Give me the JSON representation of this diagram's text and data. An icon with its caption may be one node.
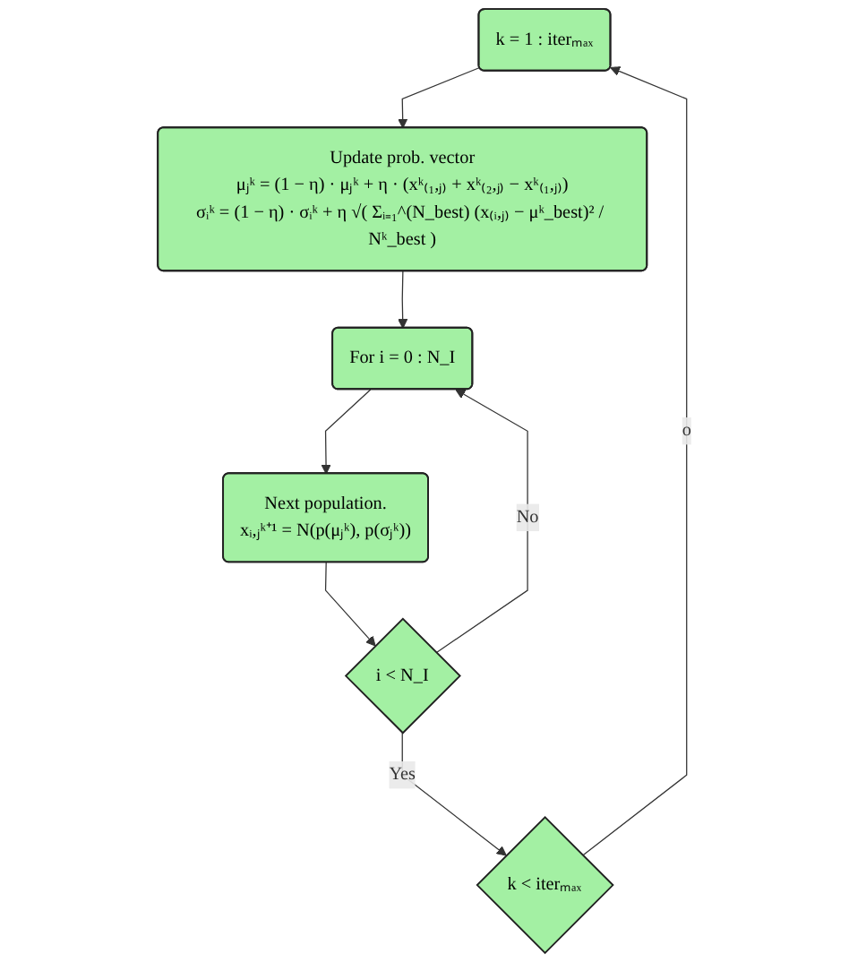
{
  "diagram": {
    "nodes": [
      {
        "text": [
          "k = 1 : iterₘₐₓ"
        ]
      },
      {
        "text": [
          "Update prob. vector",
          "μⱼᵏ = (1 − η) · μⱼᵏ + η · (xᵏ₍₁,ⱼ₎ + xᵏ₍₂,ⱼ₎ − xᵏ₍₁,ⱼ₎)",
          "σᵢᵏ = (1 − η) · σᵢᵏ + η √( Σᵢ₌₁^(N_best) (x₍ᵢ,ⱼ₎ − μᵏ_best)² / Nᵏ_best )"
        ]
      },
      {
        "text": [
          "For i = 0 : N_I"
        ]
      },
      {
        "text": [
          "Next population.",
          "xᵢ,ⱼᵏ⁺¹ = N(p(μⱼᵏ), p(σⱼᵏ))"
        ]
      },
      {
        "text": [
          "i < N_I"
        ]
      },
      {
        "text": [
          "k < iterₘₐₓ"
        ]
      }
    ],
    "edges": [
      {
        "from": 0,
        "to": 1,
        "arrow": "to"
      },
      {
        "from": 1,
        "to": 2,
        "arrow": "to"
      },
      {
        "from": 2,
        "to": 3,
        "arrow": "to"
      },
      {
        "from": 3,
        "to": 4,
        "arrow": "to"
      },
      {
        "from": 4,
        "to": 2,
        "arrow": "to",
        "label": "No"
      },
      {
        "from": 4,
        "to": 5,
        "arrow": "to",
        "label": "Yes"
      },
      {
        "from": 5,
        "to": 0,
        "arrow": "to",
        "label": "o"
      }
    ]
  }
}
